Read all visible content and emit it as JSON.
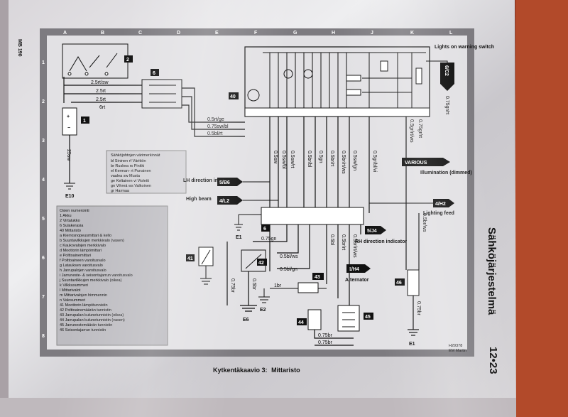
{
  "page": {
    "side_code": "MB 190",
    "side_title": "Sähköjärjestelmä",
    "page_number": "12•23",
    "caption": "Kytkentäkaavio 3:",
    "caption_bold": "Mittaristo",
    "ref_code": "H29378",
    "ref_code2": "EM Martin"
  },
  "grid": {
    "columns": [
      "A",
      "B",
      "C",
      "D",
      "E",
      "F",
      "G",
      "H",
      "J",
      "K",
      "L"
    ],
    "rows": [
      "1",
      "2",
      "3",
      "4",
      "5",
      "6",
      "7",
      "8"
    ]
  },
  "components": {
    "c1": "1",
    "c2": "2",
    "c6a": "6",
    "c6b": "6",
    "c40": "40",
    "c41": "41",
    "c42": "42",
    "c43": "43",
    "c44": "44",
    "c45": "45",
    "c46": "46"
  },
  "earths": {
    "e10": "E10",
    "e1a": "E1",
    "e6": "E6",
    "e2": "E2",
    "e1b": "E1"
  },
  "wires": {
    "w1": "2.5rt/sw",
    "w2": "2.5rt",
    "w3": "2.5rt",
    "w4": "6rt",
    "w5": "0.5rt/ge",
    "w6": "0.75sw/bl",
    "w7": "0.5bl/rt",
    "w8": "25sw",
    "w9": "0.75gn",
    "w10": "0.5bl/ws",
    "w11": "0.5bl/gn",
    "w12": "0.75br",
    "w13": "0.5br",
    "w14": "1br",
    "w15": "0.75br",
    "w16": "0.75br",
    "w17": "0.75br",
    "w18": "0.5br/rt/ws",
    "w19": "0.75gr/rt",
    "w20": "0.5gr/rt/ws",
    "w21": "0.75gr/rt",
    "w22": "0.5sw/gn",
    "w23": "0.5gr/bl/vi",
    "w24": "0.5br/rt",
    "w25": "0.5br/rt/ws",
    "w26": "0.5bl",
    "w27": "0.5br/rt",
    "w28": "0.5gn",
    "w29": "0.5br/bl",
    "w30": "0.5sw/bl",
    "w31": "0.5sw/rt",
    "w32": "0.5sw",
    "w33": "0.5br/rt",
    "w34": "0.5br/ws",
    "w35": "0.75br/gn/ws",
    "w36": "0.5br/rt/ws"
  },
  "callouts": {
    "lh_code": "5/B6",
    "lh_text": "LH direction indicator",
    "hb_code": "4/L2",
    "hb_text": "High beam",
    "rh_code": "5/J4",
    "rh_text": "RH direction indicator",
    "alt_code": "1/H4",
    "alt_text": "Alternator",
    "var_code": "VARIOUS",
    "var_text": "Illumination (dimmed)",
    "lf_code": "4/H2",
    "lf_text": "Lighting feed",
    "lights_text": "Lights on warning switch",
    "c6c2": "6/C2"
  },
  "color_key": {
    "title": "Sähköjohtojen värimerkinnät",
    "rows": [
      "bl  Sininen     rf  Värittön",
      "br  Ruskea      rs  Pinkki",
      "el  Kerman-     rt  Punainen",
      "     vaalea      sw  Musta",
      "ge  Keltainen   vi  Violetti",
      "gn  Vihreä      ws  Valkoinen",
      "gr  Harmaa"
    ]
  },
  "legend": {
    "title": "Osien numerointi",
    "items": [
      "1   Akku",
      "2   Virtalukko",
      "6   Sulakerasia",
      "40  Mittaristo",
      "     a  Kierrosnopeusmittari & kello",
      "     b  Suuntavilkkujen merkkivalo (vasen)",
      "     c  Kaukovalojen merkkivalo",
      "     d  Moottorin lämpömittari",
      "     e  Polttoainemittari",
      "     f  Polttoaineen varoitusvalo",
      "     g  Latauksen varoitusvalo",
      "     h  Jarrupalojen varoitusvalo",
      "     i  Jarruneste- & seisontajarrun varoitusvalo",
      "     j  Suuntavilkkujen merkkivalo (oikea)",
      "     k  Vilkkusummeri",
      "     l  Mittarivalot",
      "    m  Mittarivalojen himmennin",
      "     n  Valosummeri",
      "41  Moottorin lämpötunnistin",
      "42  Polttoainemäärän tunnistin",
      "43  Jarrupalan kulunetunnistin (oikea)",
      "44  Jarrupalan kulunetunnistin (vasen)",
      "45  Jarrunestemäärän tunnistin",
      "46  Seisontajarrun tunnistin"
    ]
  }
}
